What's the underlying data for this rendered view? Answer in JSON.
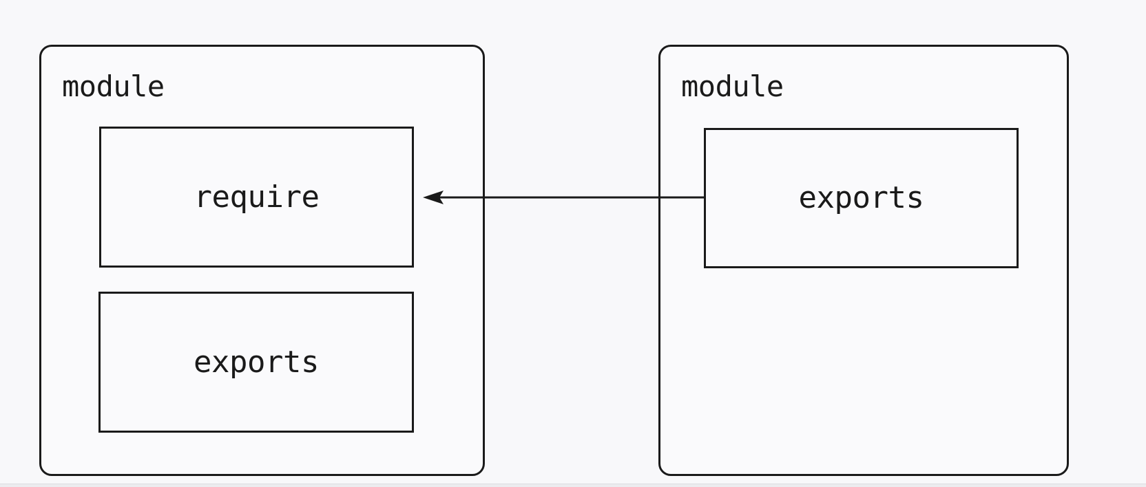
{
  "diagram": {
    "modules": [
      {
        "label": "module",
        "boxes": [
          {
            "label": "require"
          },
          {
            "label": "exports"
          }
        ]
      },
      {
        "label": "module",
        "boxes": [
          {
            "label": "exports"
          }
        ]
      }
    ],
    "edges": [
      {
        "from": "right-module.exports",
        "to": "left-module.require",
        "style": "solid-arrow"
      }
    ],
    "colors": {
      "stroke": "#1a1a1a",
      "background": "#f8f8fa"
    }
  }
}
